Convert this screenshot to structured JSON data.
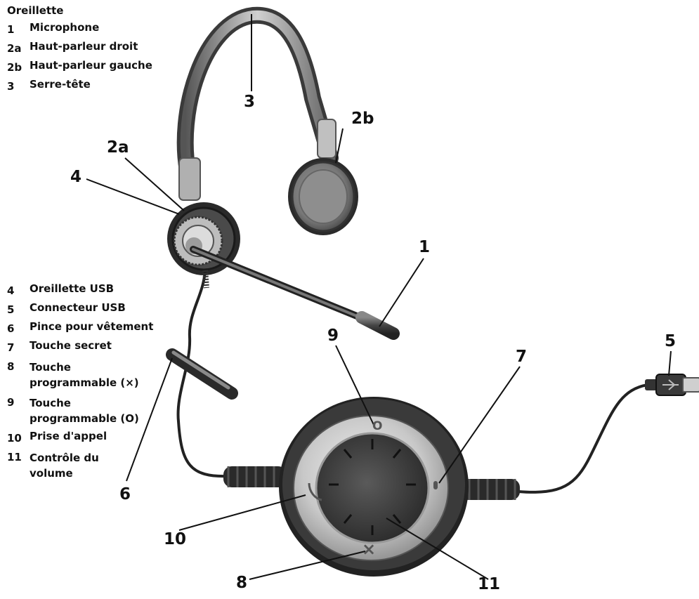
{
  "legend_top": {
    "heading": "Oreillette",
    "items": [
      {
        "num": "1",
        "label": "Microphone"
      },
      {
        "num": "2a",
        "label": "Haut-parleur droit"
      },
      {
        "num": "2b",
        "label": "Haut-parleur gauche"
      },
      {
        "num": "3",
        "label": "Serre-tête"
      }
    ]
  },
  "legend_bottom": {
    "items": [
      {
        "num": "4",
        "label": "Oreillette USB"
      },
      {
        "num": "5",
        "label": "Connecteur USB"
      },
      {
        "num": "6",
        "label": "Pince pour vêtement"
      },
      {
        "num": "7",
        "label": "Touche secret"
      },
      {
        "num": "8",
        "label": "Touche programmable (×)"
      },
      {
        "num": "9",
        "label": "Touche programmable (O)"
      },
      {
        "num": "10",
        "label": "Prise d'appel"
      },
      {
        "num": "11",
        "label": "Contrôle du volume"
      }
    ]
  },
  "callouts": {
    "c1": "1",
    "c2a": "2a",
    "c2b": "2b",
    "c3": "3",
    "c4": "4",
    "c5": "5",
    "c6": "6",
    "c7": "7",
    "c8": "8",
    "c9": "9",
    "c10": "10",
    "c11": "11"
  },
  "buttons": {
    "circle_symbol": "O",
    "cross_symbol": "×"
  }
}
